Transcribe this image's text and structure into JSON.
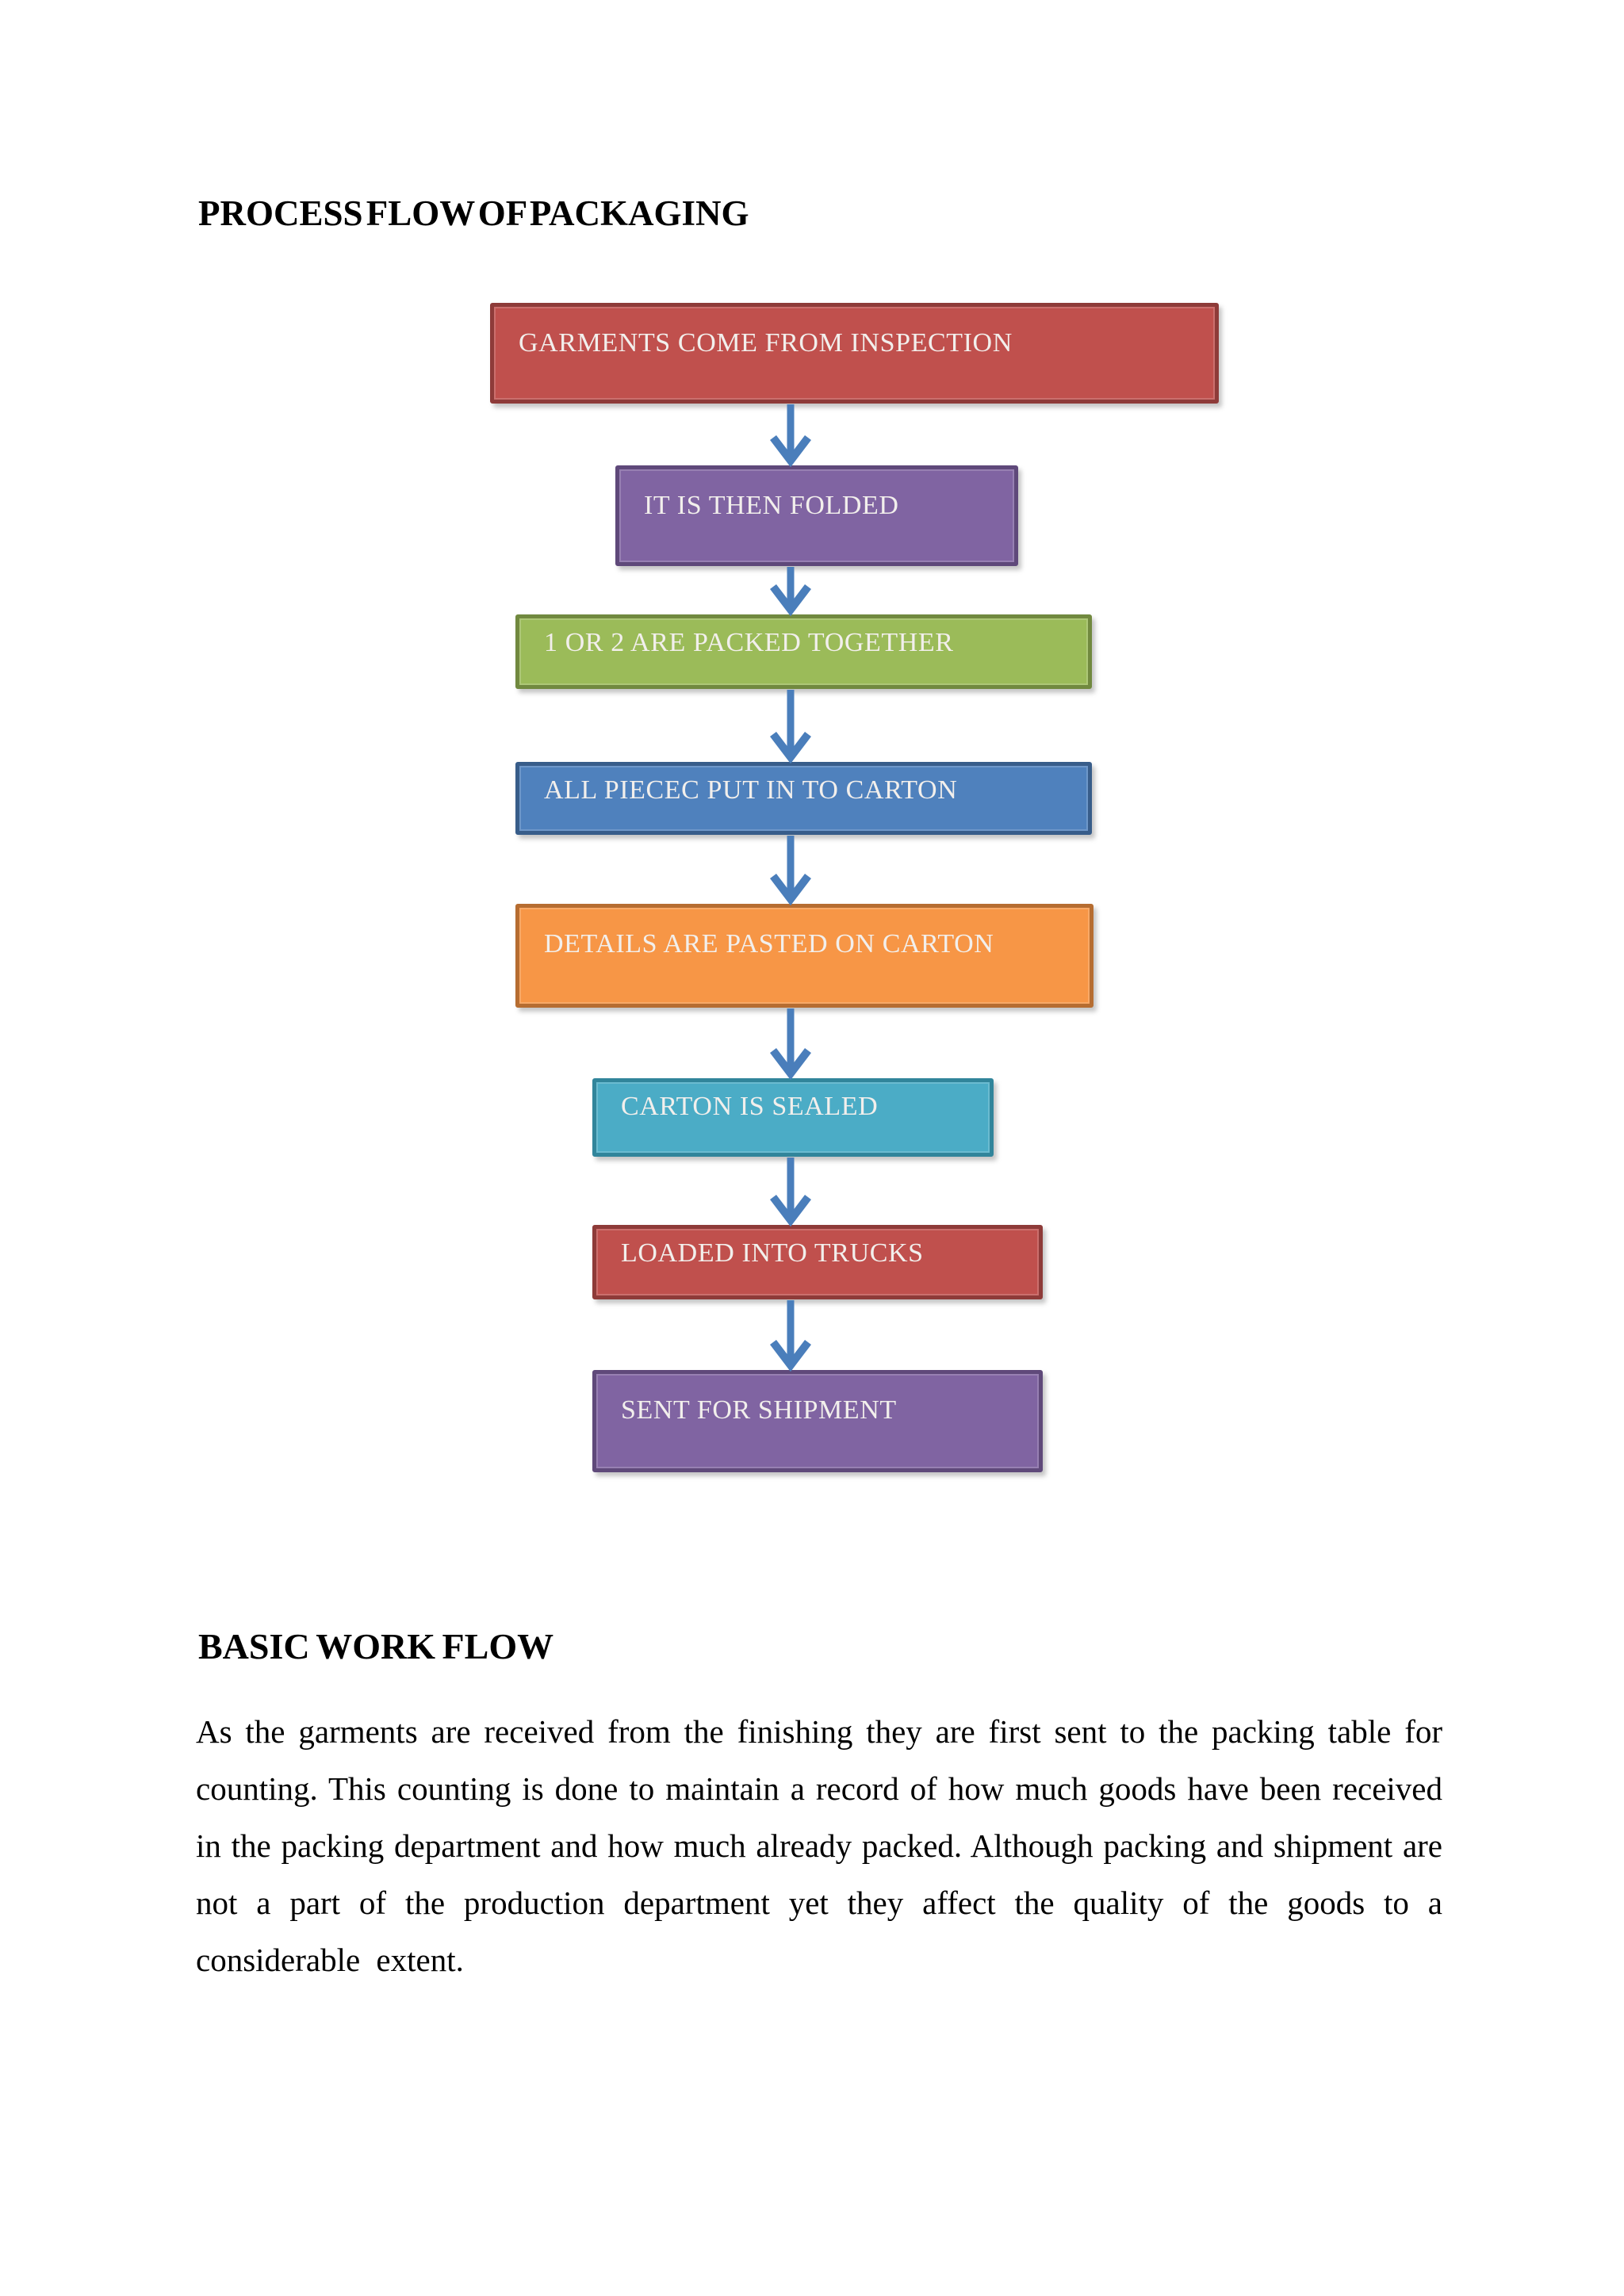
{
  "document": {
    "title": "PROCESS FLOW OF PACKAGING",
    "section_heading": "BASIC WORK FLOW",
    "paragraph_lines": [
      "As the garments are received from the finishing they are first sent to the packing table for",
      "counting. This counting is done to maintain a record of how much goods have been received",
      "in the packing department and how much already packed. Although packing and shipment are",
      "not a part of the production department yet they affect the quality of the goods to a",
      "considerable extent."
    ]
  },
  "flowchart": {
    "text_color": "#F2EFEC",
    "arrow_color": "#4A7EBB",
    "steps": [
      {
        "label": "GARMENTS COME FROM INSPECTION",
        "fill": "#C0504D",
        "border": "#8E3B39"
      },
      {
        "label": "IT IS THEN FOLDED",
        "fill": "#8064A2",
        "border": "#5F497A"
      },
      {
        "label": "1 OR 2 ARE PACKED TOGETHER",
        "fill": "#9BBB59",
        "border": "#71893F"
      },
      {
        "label": "ALL PIECEC PUT IN TO CARTON",
        "fill": "#4F81BD",
        "border": "#385D8A"
      },
      {
        "label": "DETAILS ARE PASTED ON CARTON",
        "fill": "#F79646",
        "border": "#B66D31"
      },
      {
        "label": "CARTON IS SEALED",
        "fill": "#4BACC6",
        "border": "#31859B"
      },
      {
        "label": "LOADED INTO TRUCKS",
        "fill": "#C0504D",
        "border": "#8E3B39"
      },
      {
        "label": "SENT FOR SHIPMENT",
        "fill": "#8064A2",
        "border": "#5F497A"
      }
    ]
  }
}
